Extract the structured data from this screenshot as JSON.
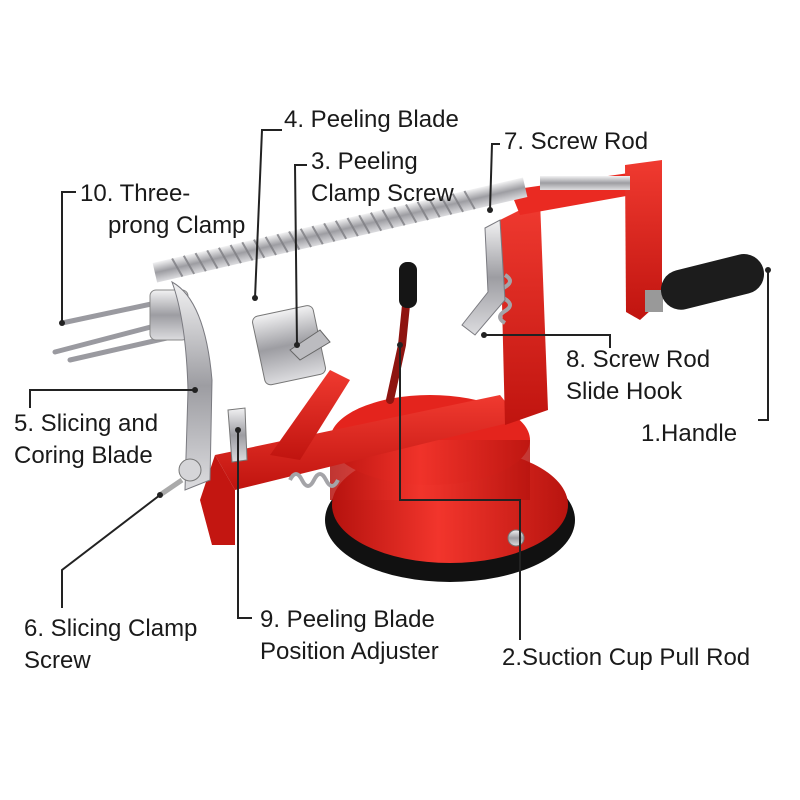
{
  "labels": {
    "handle": "1.Handle",
    "suction_cup_pull_rod": "2.Suction Cup Pull Rod",
    "peeling_clamp_screw": [
      "3. Peeling",
      "Clamp Screw"
    ],
    "peeling_blade": "4. Peeling Blade",
    "slicing_coring_blade": [
      "5. Slicing and",
      "Coring Blade"
    ],
    "slicing_clamp_screw": [
      "6. Slicing Clamp",
      "Screw"
    ],
    "screw_rod": "7. Screw Rod",
    "screw_rod_slide_hook": [
      "8. Screw Rod",
      "Slide Hook"
    ],
    "peeling_blade_adjuster": [
      "9. Peeling Blade",
      "Position Adjuster"
    ],
    "three_prong_clamp": [
      "10. Three-",
      "prong Clamp"
    ]
  },
  "colors": {
    "body_red": "#e0201c",
    "body_dark": "#a8120f",
    "steel": "#c9c9cc",
    "handle_black": "#1b1b1b",
    "leader": "#222222"
  }
}
